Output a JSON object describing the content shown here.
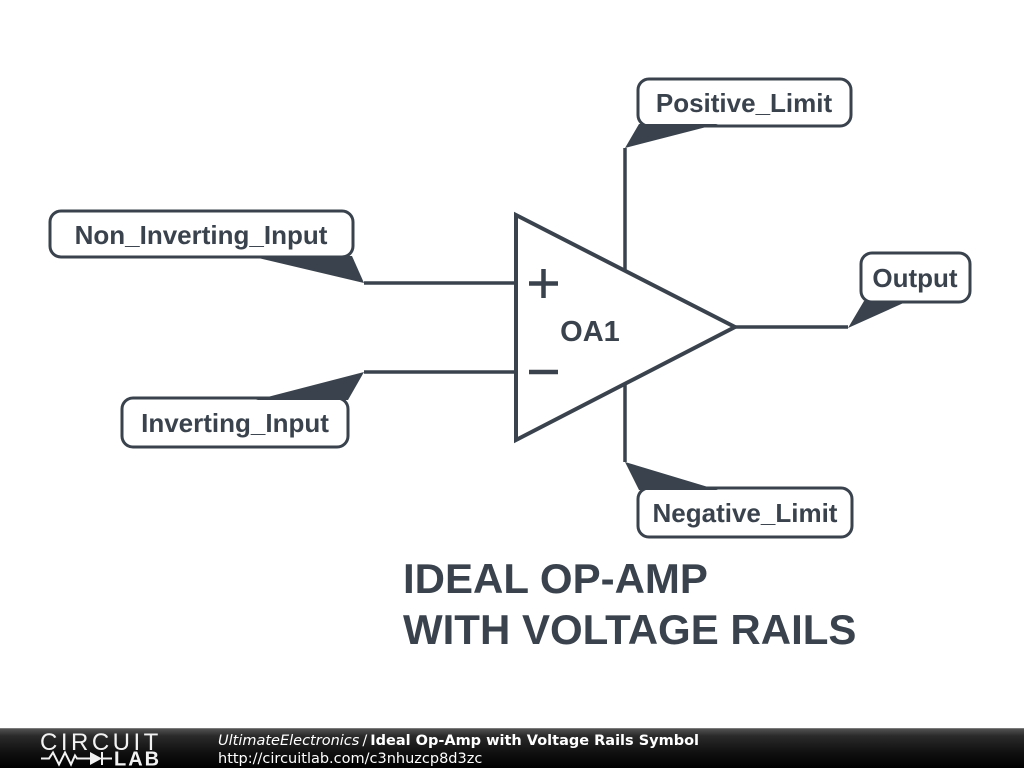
{
  "colors": {
    "ink": "#3a434d",
    "footer_background": "#000000",
    "footer_text": "#ffffff"
  },
  "opamp": {
    "designator": "OA1",
    "plus_sign": "+",
    "minus_sign": "−"
  },
  "net_labels": {
    "positive_limit": "Positive_Limit",
    "non_inverting_input": "Non_Inverting_Input",
    "inverting_input": "Inverting_Input",
    "output": "Output",
    "negative_limit": "Negative_Limit"
  },
  "caption": {
    "line1": "IDEAL OP-AMP",
    "line2": "WITH VOLTAGE RAILS"
  },
  "footer": {
    "brand_word1": "CIRCUIT",
    "brand_word2": "LAB",
    "author": "UltimateElectronics",
    "separator": "/",
    "title": "Ideal Op-Amp with Voltage Rails Symbol",
    "url": "http://circuitlab.com/c3nhuzcp8d3zc"
  }
}
